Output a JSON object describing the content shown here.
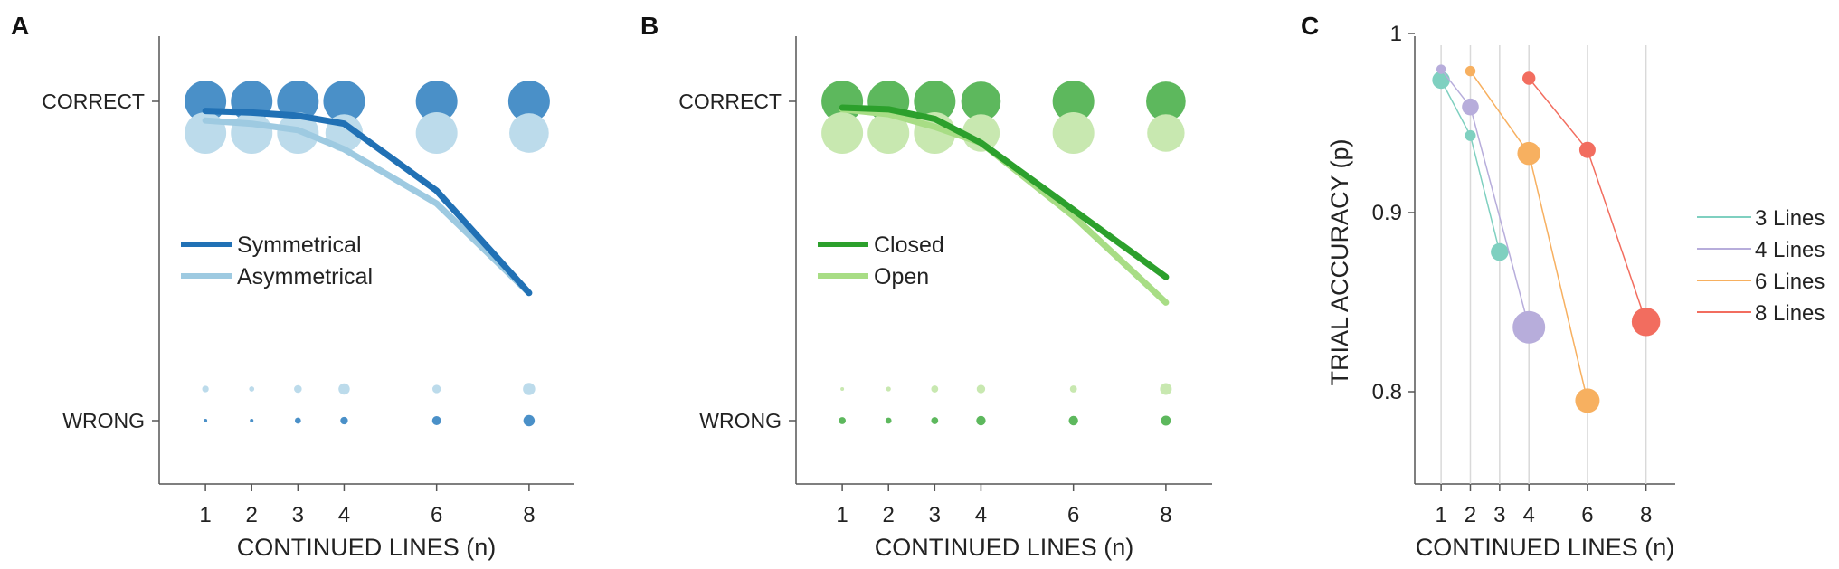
{
  "figure": {
    "panel_letters": [
      "A",
      "B",
      "C"
    ],
    "xlabel": "CONTINUED LINES (n)",
    "category_labels": {
      "correct": "CORRECT",
      "wrong": "WRONG"
    }
  },
  "colors": {
    "blue_dark": "#2171b5",
    "blue_light": "#9ecae1",
    "blue_bubble_dark": "#4a90c8",
    "blue_bubble_light": "#bcdbeb",
    "green_dark": "#2ca02c",
    "green_light": "#a8dd85",
    "green_bubble_dark": "#5db85d",
    "green_bubble_light": "#c8e8b0",
    "c_3lines": "#7fd0c0",
    "c_4lines": "#b7addb",
    "c_6lines": "#f7b060",
    "c_8lines": "#f26d5f",
    "axis": "#555555",
    "grid": "#d9d9d9"
  },
  "chart_data": [
    {
      "panel": "A",
      "type": "line",
      "x": [
        1,
        2,
        3,
        4,
        6,
        8
      ],
      "xlabel": "CONTINUED LINES (n)",
      "ylabel": "",
      "xlim": [
        0,
        9
      ],
      "yticklabels": [
        "CORRECT",
        "WRONG"
      ],
      "legend_position": "center-left",
      "series": [
        {
          "name": "Symmetrical",
          "color": "#2171b5",
          "p_correct": [
            0.97,
            0.965,
            0.955,
            0.93,
            0.72,
            0.4
          ]
        },
        {
          "name": "Asymmetrical",
          "color": "#9ecae1",
          "p_correct": [
            0.94,
            0.93,
            0.91,
            0.85,
            0.68,
            0.4
          ]
        }
      ],
      "bubbles": [
        {
          "series": "Symmetrical",
          "row": "correct",
          "size": [
            1.0,
            1.0,
            1.0,
            1.0,
            1.0,
            1.0
          ]
        },
        {
          "series": "Asymmetrical",
          "row": "correct",
          "size": [
            1.0,
            1.0,
            1.0,
            0.9,
            1.0,
            0.95
          ]
        },
        {
          "series": "Asymmetrical",
          "row": "wrong",
          "size": [
            0.28,
            0.22,
            0.33,
            0.48,
            0.36,
            0.52
          ]
        },
        {
          "series": "Symmetrical",
          "row": "wrong",
          "size": [
            0.12,
            0.14,
            0.26,
            0.32,
            0.38,
            0.48
          ]
        }
      ]
    },
    {
      "panel": "B",
      "type": "line",
      "x": [
        1,
        2,
        3,
        4,
        6,
        8
      ],
      "xlabel": "CONTINUED LINES (n)",
      "ylabel": "",
      "xlim": [
        0,
        9
      ],
      "yticklabels": [
        "CORRECT",
        "WRONG"
      ],
      "legend_position": "center-left",
      "series": [
        {
          "name": "Closed",
          "color": "#2ca02c",
          "p_correct": [
            0.98,
            0.975,
            0.945,
            0.87,
            0.66,
            0.45
          ]
        },
        {
          "name": "Open",
          "color": "#a8dd85",
          "p_correct": [
            0.975,
            0.96,
            0.92,
            0.87,
            0.64,
            0.37
          ]
        }
      ],
      "bubbles": [
        {
          "series": "Closed",
          "row": "correct",
          "size": [
            1.0,
            1.0,
            1.0,
            0.95,
            1.0,
            0.95
          ]
        },
        {
          "series": "Open",
          "row": "correct",
          "size": [
            1.0,
            1.0,
            1.0,
            0.9,
            1.0,
            0.9
          ]
        },
        {
          "series": "Open",
          "row": "wrong",
          "size": [
            0.12,
            0.2,
            0.3,
            0.36,
            0.3,
            0.5
          ]
        },
        {
          "series": "Closed",
          "row": "wrong",
          "size": [
            0.3,
            0.26,
            0.3,
            0.4,
            0.4,
            0.42
          ]
        }
      ]
    },
    {
      "panel": "C",
      "type": "scatter",
      "xlabel": "CONTINUED LINES (n)",
      "ylabel": "TRIAL ACCURACY (p)",
      "xticks": [
        1,
        2,
        3,
        4,
        6,
        8
      ],
      "xlim": [
        0.1,
        9
      ],
      "ylim": [
        0.75,
        1.0
      ],
      "yticks": [
        0.8,
        0.9,
        1
      ],
      "yticklabels": [
        "0.8",
        "0.9",
        "1"
      ],
      "grid": "vertical",
      "legend_position": "right",
      "series": [
        {
          "name": "3 Lines",
          "color": "#7fd0c0",
          "points": [
            {
              "x": 1,
              "y": 0.974,
              "size": 0.45
            },
            {
              "x": 2,
              "y": 0.943,
              "size": 0.2
            },
            {
              "x": 3,
              "y": 0.878,
              "size": 0.45
            }
          ]
        },
        {
          "name": "4 Lines",
          "color": "#b7addb",
          "points": [
            {
              "x": 1,
              "y": 0.98,
              "size": 0.15
            },
            {
              "x": 2,
              "y": 0.959,
              "size": 0.42
            },
            {
              "x": 4,
              "y": 0.836,
              "size": 1.0
            }
          ]
        },
        {
          "name": "6 Lines",
          "color": "#f7b060",
          "points": [
            {
              "x": 2,
              "y": 0.979,
              "size": 0.18
            },
            {
              "x": 4,
              "y": 0.933,
              "size": 0.65
            },
            {
              "x": 6,
              "y": 0.795,
              "size": 0.7
            }
          ]
        },
        {
          "name": "8 Lines",
          "color": "#f26d5f",
          "points": [
            {
              "x": 4,
              "y": 0.975,
              "size": 0.28
            },
            {
              "x": 6,
              "y": 0.935,
              "size": 0.4
            },
            {
              "x": 8,
              "y": 0.839,
              "size": 0.85
            }
          ]
        }
      ]
    }
  ]
}
